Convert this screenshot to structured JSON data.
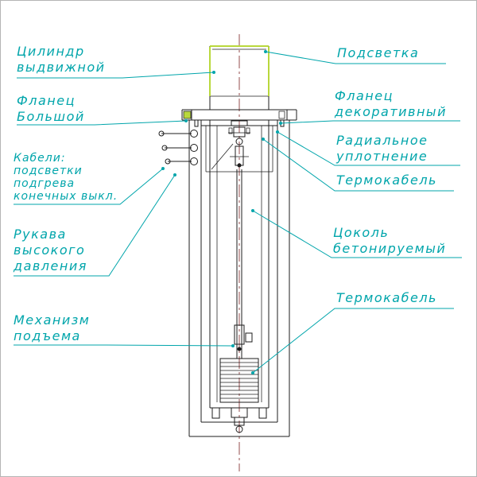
{
  "colors": {
    "label": "#00a5ab",
    "line": "#1c1c1c",
    "highlight": "#b9d83c",
    "centerline": "#8a3b3b",
    "background": "#ffffff"
  },
  "labels": {
    "left": [
      {
        "id": "cylinder",
        "lines": [
          "Цилиндр",
          "выдвижной"
        ]
      },
      {
        "id": "flange-big",
        "lines": [
          "Фланец",
          "Большой"
        ]
      },
      {
        "id": "cables",
        "lines": [
          "Кабели:",
          "подсветки",
          "подгрева",
          "конечных выкл."
        ]
      },
      {
        "id": "hoses",
        "lines": [
          "Рукава",
          "высокого",
          "давления"
        ]
      },
      {
        "id": "mechanism",
        "lines": [
          "Механизм",
          "подъема"
        ]
      }
    ],
    "right": [
      {
        "id": "light",
        "lines": [
          "Подсветка"
        ]
      },
      {
        "id": "flange-decorative",
        "lines": [
          "Фланец",
          "декоративный"
        ]
      },
      {
        "id": "radial-seal",
        "lines": [
          "Радиальное",
          "уплотнение"
        ]
      },
      {
        "id": "thermo-cable-upper",
        "lines": [
          "Термокабель"
        ]
      },
      {
        "id": "base",
        "lines": [
          "Цоколь",
          "бетонируемый"
        ]
      },
      {
        "id": "thermo-cable-lower",
        "lines": [
          "Термокабель"
        ]
      }
    ]
  }
}
